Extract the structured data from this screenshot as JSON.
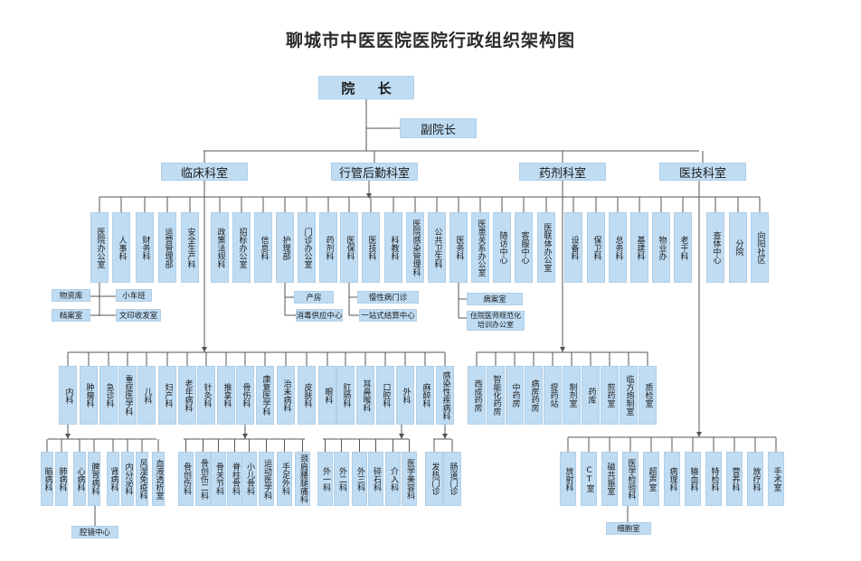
{
  "title": "聊城市中医医院医院行政组织架构图",
  "root": "院 长",
  "vice": "副院长",
  "depts": [
    "临床科室",
    "行管后勤科室",
    "药剂科室",
    "医技科室"
  ],
  "admin_units": [
    "医院办公室",
    "人事科",
    "财务科",
    "运营管理部",
    "安全生产科",
    "政策法规科",
    "招标办公室",
    "信息科",
    "护理部",
    "门诊办公室",
    "药剂科",
    "医保科",
    "医技科",
    "科教科",
    "医院感染管理科",
    "公共卫生科",
    "医务科",
    "医患关系办公室",
    "随访中心",
    "客服中心",
    "医联体办公室",
    "设备科",
    "保卫科",
    "总务科",
    "基建科",
    "物业办",
    "老干科",
    "查体中心",
    "分院",
    "向阳社区"
  ],
  "admin_subs": [
    "物资库",
    "档案室",
    "小车班",
    "文印收发室",
    "产房",
    "消毒供应中心",
    "慢性病门诊",
    "一站式结算中心",
    "病案室",
    "住院医师规范化培训办公室"
  ],
  "clinical": [
    "内科",
    "肿瘤科",
    "急诊科",
    "重症医学科",
    "儿科",
    "妇产科",
    "老年病科",
    "针灸科",
    "推拿科",
    "骨伤科",
    "康复医学科",
    "治未病科",
    "皮肤科",
    "眼科",
    "肛肠科",
    "耳鼻喉科",
    "口腔科",
    "外科",
    "麻醉科",
    "感染性疾病科"
  ],
  "internal_subs": [
    "脑病科",
    "肺病科",
    "心病科",
    "脾胃病科",
    "肾病科",
    "内分泌科",
    "风湿免疫科",
    "血液透析室"
  ],
  "endoscopy": "腔镜中心",
  "ortho_subs": [
    "骨创伤科",
    "骨创伤二科",
    "骨关节科",
    "脊柱骨科",
    "小儿骨科",
    "运动医学科",
    "手足外科",
    "颈肩腰腿痛科"
  ],
  "surgery_subs": [
    "外一科",
    "外二科",
    "外三科",
    "碎石科",
    "介入科",
    "医学美容科"
  ],
  "infect_subs": [
    "发热门诊",
    "肠道门诊"
  ],
  "pharmacy": [
    "西成药房",
    "智能化药房",
    "中药房",
    "病房药房",
    "提药站",
    "制剂室",
    "药库",
    "煎药室",
    "临方炮制室",
    "质检室"
  ],
  "medtech": [
    "放射科",
    "CT室",
    "磁共振室",
    "医学检验科",
    "超声室",
    "病理科",
    "输血科",
    "特检科",
    "营养科",
    "放疗科",
    "手术室"
  ],
  "cell_room": "细胞室",
  "colors": {
    "box": "#bfdcf3",
    "line": "#555555"
  }
}
